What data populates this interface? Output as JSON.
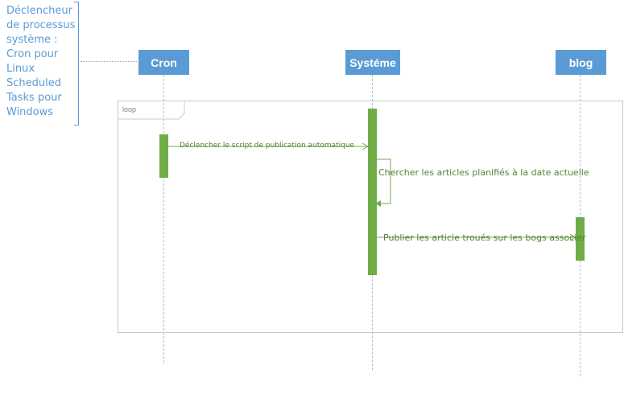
{
  "note": {
    "lines": [
      "Déclencheur",
      "de processus",
      "système :",
      "Cron pour",
      "Linux",
      "Scheduled",
      "Tasks pour",
      "Windows"
    ]
  },
  "actors": {
    "cron": "Cron",
    "systeme": "Systéme",
    "blog": "blog"
  },
  "loop": {
    "label": "loop"
  },
  "messages": {
    "m1": "Déclencher le script de publication automatique",
    "m2": "Chercher les articles planifiés à la date actuelle",
    "m3": "Publier les article troués sur les bogs associer"
  },
  "colors": {
    "actor": "#5b9bd5",
    "activation": "#70ad47",
    "message_text": "#548235",
    "note_text": "#5b9bd5"
  }
}
